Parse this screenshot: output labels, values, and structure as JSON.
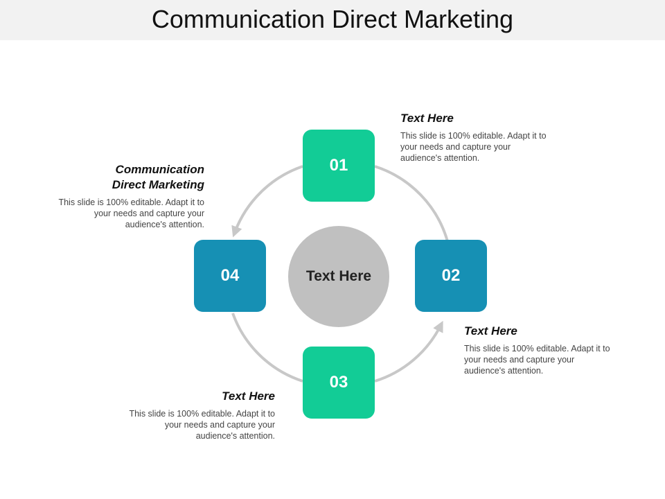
{
  "title": "Communication Direct Marketing",
  "colors": {
    "green": "#12cc96",
    "blue": "#1690b4",
    "center_gray": "#c0c0c0",
    "ring_gray": "#c8c8c8"
  },
  "center_label": "Text Here",
  "steps": [
    {
      "number": "01",
      "color": "green",
      "heading": "Text Here",
      "body": "This slide is 100% editable. Adapt it to your needs and capture your audience's attention."
    },
    {
      "number": "02",
      "color": "blue",
      "heading": "Text Here",
      "body": "This slide is 100% editable. Adapt it to your needs and capture your audience's attention."
    },
    {
      "number": "03",
      "color": "green",
      "heading": "Text Here",
      "body": "This slide is 100% editable. Adapt it to your needs and capture your audience's attention."
    },
    {
      "number": "04",
      "color": "blue",
      "heading": "Communication Direct Marketing",
      "body": "This slide is 100% editable. Adapt it to your needs and capture your audience's attention."
    }
  ]
}
